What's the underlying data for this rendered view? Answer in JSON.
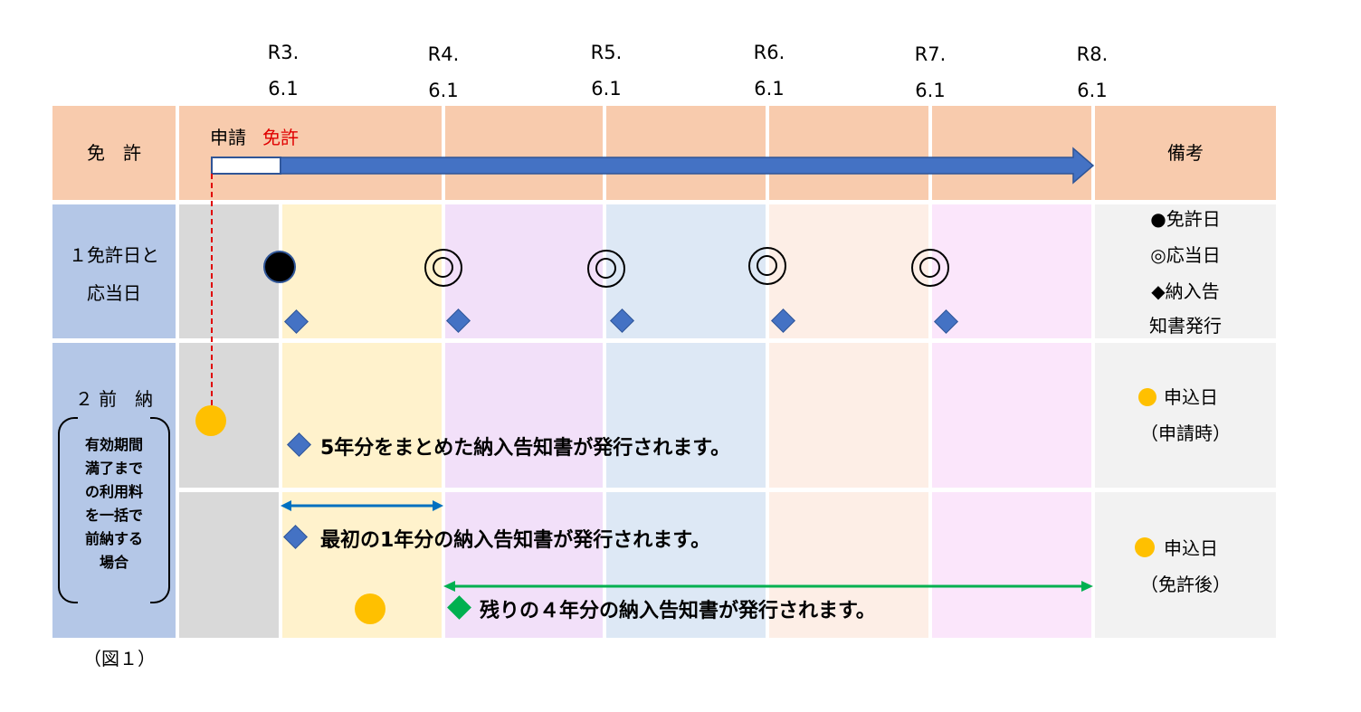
{
  "dates": [
    {
      "era": "R3.",
      "day": "6.1"
    },
    {
      "era": "R4.",
      "day": "6.1"
    },
    {
      "era": "R5.",
      "day": "6.1"
    },
    {
      "era": "R6.",
      "day": "6.1"
    },
    {
      "era": "R7.",
      "day": "6.1"
    },
    {
      "era": "R8.",
      "day": "6.1"
    }
  ],
  "rows": {
    "license": {
      "label": "免　許",
      "apply": "申請",
      "granted": "免許",
      "granted_color": "#e00000",
      "remarks": "備考"
    },
    "anniversary": {
      "label_line1": "１免許日と",
      "label_line2": "応当日",
      "legend": [
        "●免許日",
        "◎応当日",
        "◆納入告",
        "知書発行"
      ]
    },
    "prepay": {
      "label": "２ 前　納",
      "bracket_lines": [
        "有効期間",
        "満了まで",
        "の利用料",
        "を一括で",
        "前納する",
        "場合"
      ],
      "case1_message": "5年分をまとめた納入告知書が発行されます。",
      "case1_legend": [
        "申込日",
        "（申請時）"
      ],
      "case2_message_first": "最初の1年分の納入告知書が発行されます。",
      "case2_message_rest": "残りの４年分の納入告知書が発行されます。",
      "case2_legend": [
        "申込日",
        "（免許後）"
      ]
    }
  },
  "caption": "（図１）",
  "colors": {
    "header": "#f8cbad",
    "label": "#b4c7e7",
    "arrow": "#4472c4",
    "diamond": "#4472c4",
    "green": "#00b050",
    "yellow_dot": "#ffc000",
    "span_arrow": "#0070c0"
  }
}
